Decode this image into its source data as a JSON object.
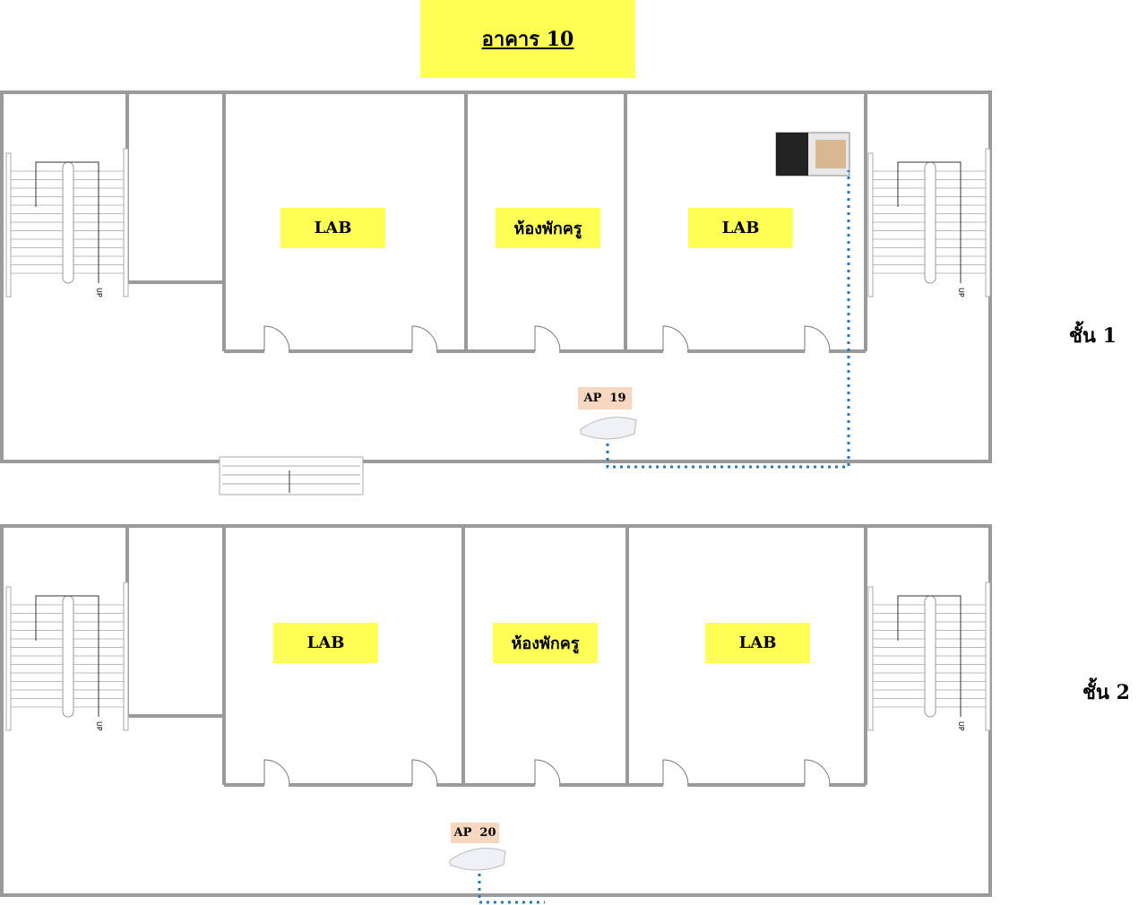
{
  "title": "อาคาร 10",
  "floors": [
    {
      "label": "ชั้น 1",
      "rooms": [
        "LAB",
        "ห้องพักครู",
        "LAB"
      ],
      "access_point": "AP  19",
      "has_rack": true
    },
    {
      "label": "ชั้น 2",
      "rooms": [
        "LAB",
        "ห้องพักครู",
        "LAB"
      ],
      "access_point": "AP  20",
      "has_rack": false
    }
  ],
  "stair_marker": "UP",
  "colors": {
    "wall": "#9a9a9a",
    "label_bg": "#ffff55",
    "ap_label_bg": "#f8d7c0",
    "cable": "#1f78c1"
  }
}
